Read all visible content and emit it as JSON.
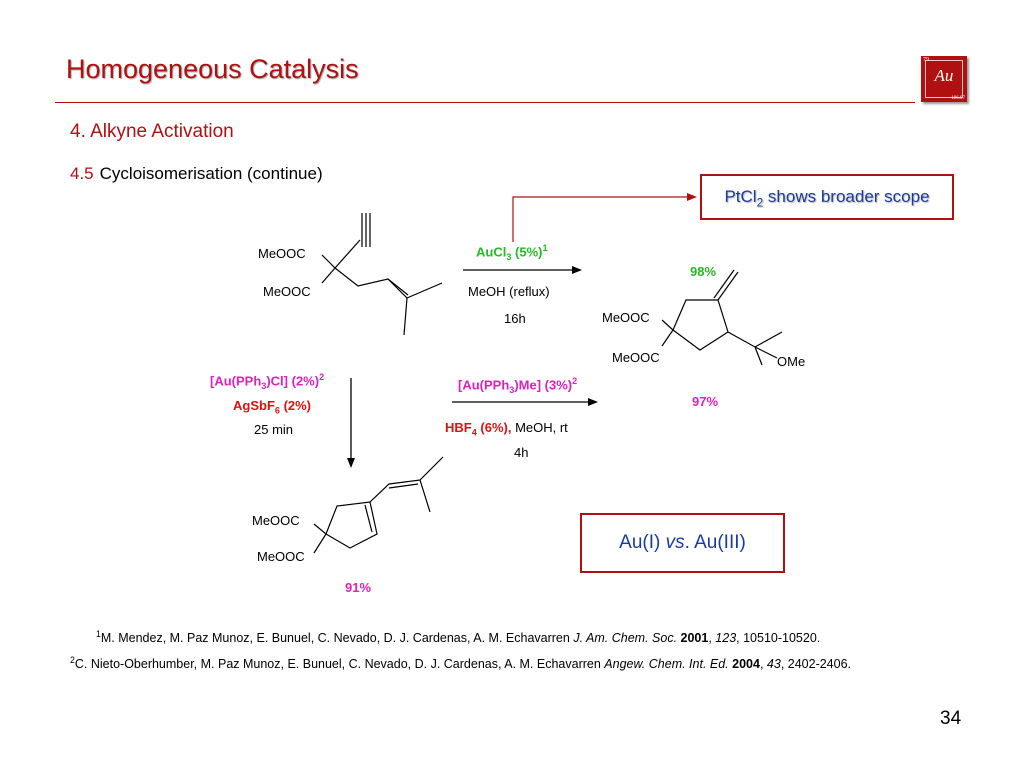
{
  "header": {
    "title": "Homogeneous Catalysis",
    "section": "4. Alkyne Activation",
    "subsection_number": "4.5",
    "subsection_title": "Cycloisomerisation (continue)"
  },
  "logo": {
    "atomic_number": "79",
    "symbol": "Au",
    "mass": "196.97"
  },
  "substituents": {
    "ester": "MeOOC",
    "methoxy": "OMe"
  },
  "reaction_top": {
    "catalyst": "AuCl",
    "catalyst_sub": "3",
    "catalyst_load": " (5%)",
    "catalyst_ref": "1",
    "solvent": "MeOH (reflux)",
    "time": "16h",
    "yield": "98%"
  },
  "reaction_middle": {
    "catalyst_a": "[Au(PPh",
    "catalyst_a_sub": "3",
    "catalyst_a_tail": ")Me] (3%)",
    "catalyst_a_ref": "2",
    "acid": "HBF",
    "acid_sub": "4",
    "acid_tail": " (6%),",
    "solvent": " MeOH, rt",
    "time": "4h",
    "yield": "97%"
  },
  "reaction_down": {
    "catalyst_a": "[Au(PPh",
    "catalyst_a_sub": "3",
    "catalyst_a_tail": ")Cl] (2%)",
    "catalyst_a_ref": "2",
    "additive": "AgSbF",
    "additive_sub": "6",
    "additive_tail": " (2%)",
    "time": "25 min",
    "yield": "91%"
  },
  "callouts": {
    "ptcl": "PtCl",
    "ptcl_sub": "2",
    "ptcl_tail": " shows broader scope",
    "au_a": "Au(I) ",
    "au_vs": "vs",
    "au_b": ". Au(III)"
  },
  "references": [
    {
      "num": "1",
      "authors": "M. Mendez, M. Paz Munoz, E. Bunuel, C. Nevado, D. J. Cardenas, A. M. Echavarren ",
      "journal": "J. Am. Chem. Soc.",
      "year": "2001",
      "volume": "123",
      "pages": ", 10510-10520."
    },
    {
      "num": "2",
      "authors": "C. Nieto-Oberhumber, M. Paz Munoz, E. Bunuel, C. Nevado, D. J. Cardenas, A. M. Echavarren ",
      "journal": "Angew. Chem. Int. Ed.",
      "year": "2004",
      "volume": "43",
      "pages": ", 2402-2406."
    }
  ],
  "page_number": "34",
  "colors": {
    "accent": "#b01010",
    "green": "#22bb22",
    "magenta": "#e020c0",
    "red": "#dd1111",
    "blue": "#1a3aa0"
  }
}
